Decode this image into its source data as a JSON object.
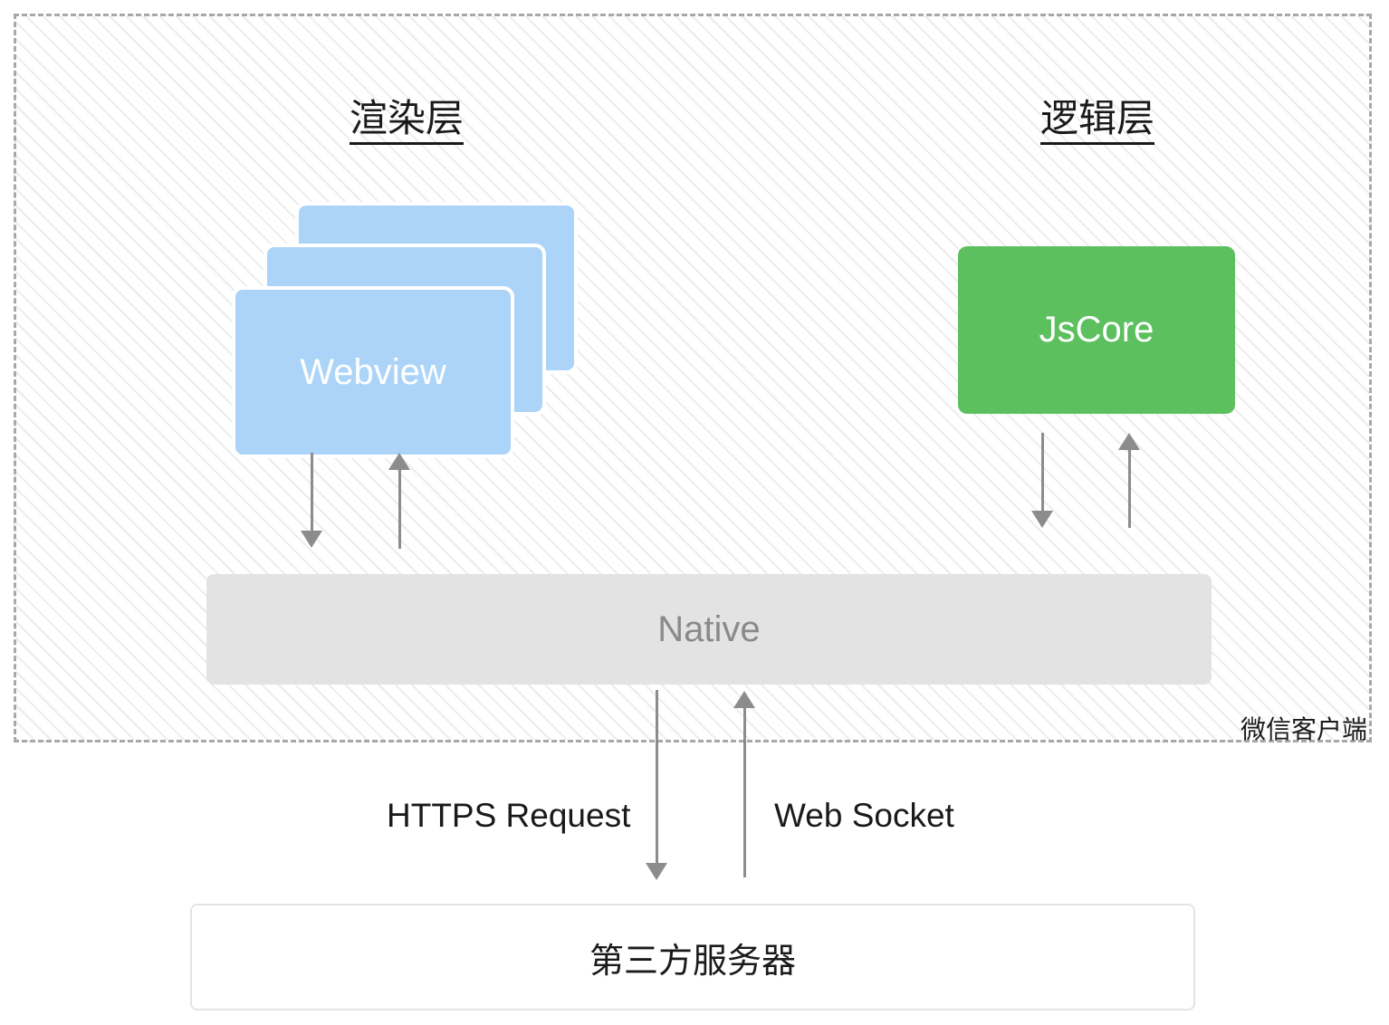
{
  "diagram": {
    "render_layer_title": "渲染层",
    "logic_layer_title": "逻辑层",
    "webview_label": "Webview",
    "jscore_label": "JsCore",
    "native_label": "Native",
    "wechat_client_label": "微信客户端",
    "https_request_label": "HTTPS Request",
    "web_socket_label": "Web Socket",
    "server_label": "第三方服务器"
  },
  "colors": {
    "webview_blue": "#ABD4F8",
    "jscore_green": "#5BC05D",
    "native_gray": "#E3E3E3",
    "native_text_gray": "#8A8A8A",
    "arrow_gray": "#8C8C8C",
    "dash_border_gray": "#A8A8A8",
    "hatch_gray": "#ECECEC",
    "text_black": "#1A1A1A",
    "server_border_gray": "#E4E4E4"
  }
}
